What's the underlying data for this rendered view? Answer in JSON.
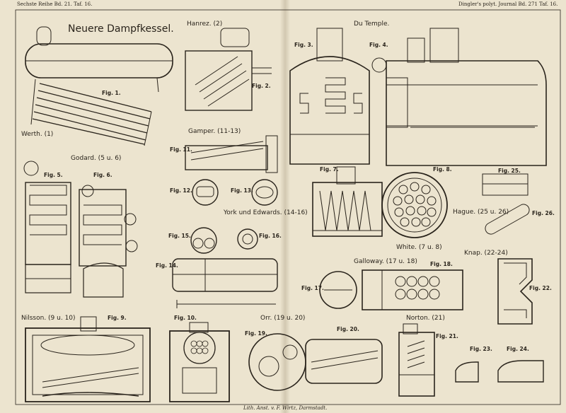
{
  "header": {
    "left": "Sechste Reihe Bd. 21. Taf. 16.",
    "right": "Dingler's polyt. Journal Bd. 271 Taf. 16."
  },
  "title": "Neuere Dampfkessel.",
  "names": {
    "werth": "Werth. (1)",
    "hanrez": "Hanrez. (2)",
    "du_temple": "Du Temple.",
    "gamper": "Gamper. (11-13)",
    "godard": "Godard. (5 u. 6)",
    "york": "York und Edwards. (14-16)",
    "hague": "Hague. (25 u. 26)",
    "white": "White. (7 u. 8)",
    "knap": "Knap. (22-24)",
    "galloway": "Galloway. (17 u. 18)",
    "nilsson": "Nilsson. (9 u. 10)",
    "orr": "Orr. (19 u. 20)",
    "norton": "Norton. (21)"
  },
  "figures": {
    "f1": "Fig. 1.",
    "f2": "Fig. 2.",
    "f3": "Fig. 3.",
    "f4": "Fig. 4.",
    "f5": "Fig. 5.",
    "f6": "Fig. 6.",
    "f7": "Fig. 7.",
    "f8": "Fig. 8.",
    "f9": "Fig. 9.",
    "f10": "Fig. 10.",
    "f11": "Fig. 11.",
    "f12": "Fig. 12.",
    "f13": "Fig. 13.",
    "f14": "Fig. 14.",
    "f15": "Fig. 15.",
    "f16": "Fig. 16.",
    "f17": "Fig. 17.",
    "f18": "Fig. 18.",
    "f19": "Fig. 19.",
    "f20": "Fig. 20.",
    "f21": "Fig. 21.",
    "f22": "Fig. 22.",
    "f23": "Fig. 23.",
    "f24": "Fig. 24.",
    "f25": "Fig. 25.",
    "f26": "Fig. 26."
  },
  "footer": "Lith. Anst. v. F. Wirtz, Darmstadt.",
  "colors": {
    "paper": "#ece4cf",
    "ink": "#2a241c"
  }
}
